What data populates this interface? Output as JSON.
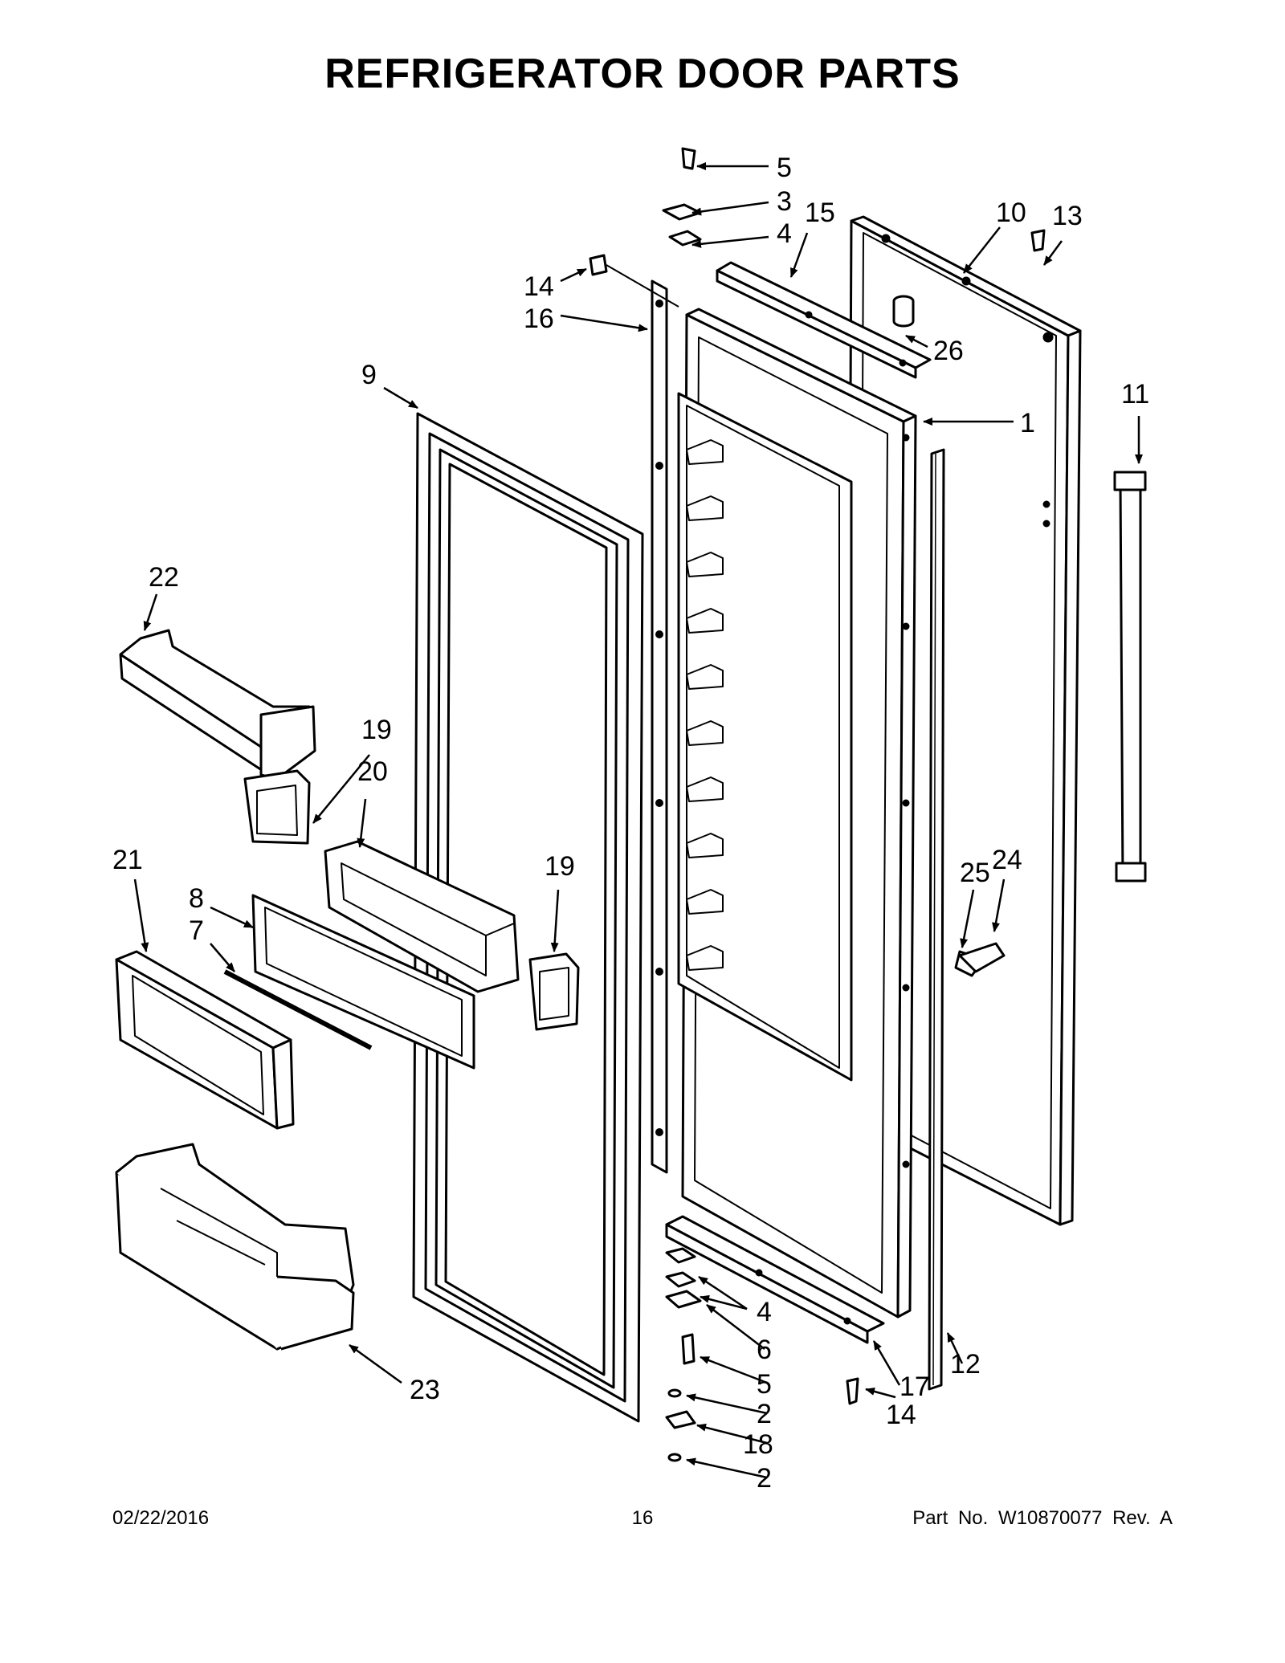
{
  "title": "REFRIGERATOR DOOR PARTS",
  "callouts": {
    "c1": "1",
    "c2a": "2",
    "c2b": "2",
    "c3": "3",
    "c4a": "4",
    "c4b": "4",
    "c5a": "5",
    "c5b": "5",
    "c6": "6",
    "c7": "7",
    "c8": "8",
    "c9": "9",
    "c10": "10",
    "c11": "11",
    "c12": "12",
    "c13": "13",
    "c14a": "14",
    "c14b": "14",
    "c15": "15",
    "c16": "16",
    "c17": "17",
    "c18": "18",
    "c19a": "19",
    "c19b": "19",
    "c20": "20",
    "c21": "21",
    "c22": "22",
    "c23": "23",
    "c24": "24",
    "c25": "25",
    "c26": "26"
  },
  "footer": {
    "date": "02/22/2016",
    "page": "16",
    "part_no": "Part No.  W10870077  Rev.  A"
  }
}
